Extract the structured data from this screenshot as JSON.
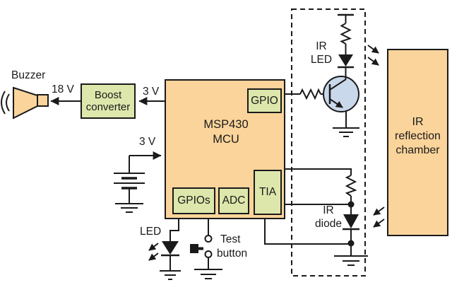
{
  "colors": {
    "orange": "#FBD49B",
    "green": "#DDE7AC",
    "blue": "#C9D8EA",
    "wire": "#1A1A1A",
    "bg": "#FFFFFF"
  },
  "labels": {
    "buzzer": "Buzzer",
    "v18": "18 V",
    "v3_top": "3 V",
    "v3_left": "3 V",
    "led": "LED",
    "test_button_line1": "Test",
    "test_button_line2": "button",
    "ir_led_line1": "IR",
    "ir_led_line2": "LED",
    "ir_diode_line1": "IR",
    "ir_diode_line2": "diode"
  },
  "blocks": {
    "boost_converter": {
      "line1": "Boost",
      "line2": "converter"
    },
    "mcu": {
      "name_line1": "MSP430",
      "name_line2": "MCU",
      "gpio": "GPIO",
      "gpios": "GPIOs",
      "adc": "ADC",
      "tia": "TIA"
    },
    "ir_reflection_chamber": {
      "line1": "IR",
      "line2": "reflection",
      "line3": "chamber"
    }
  }
}
